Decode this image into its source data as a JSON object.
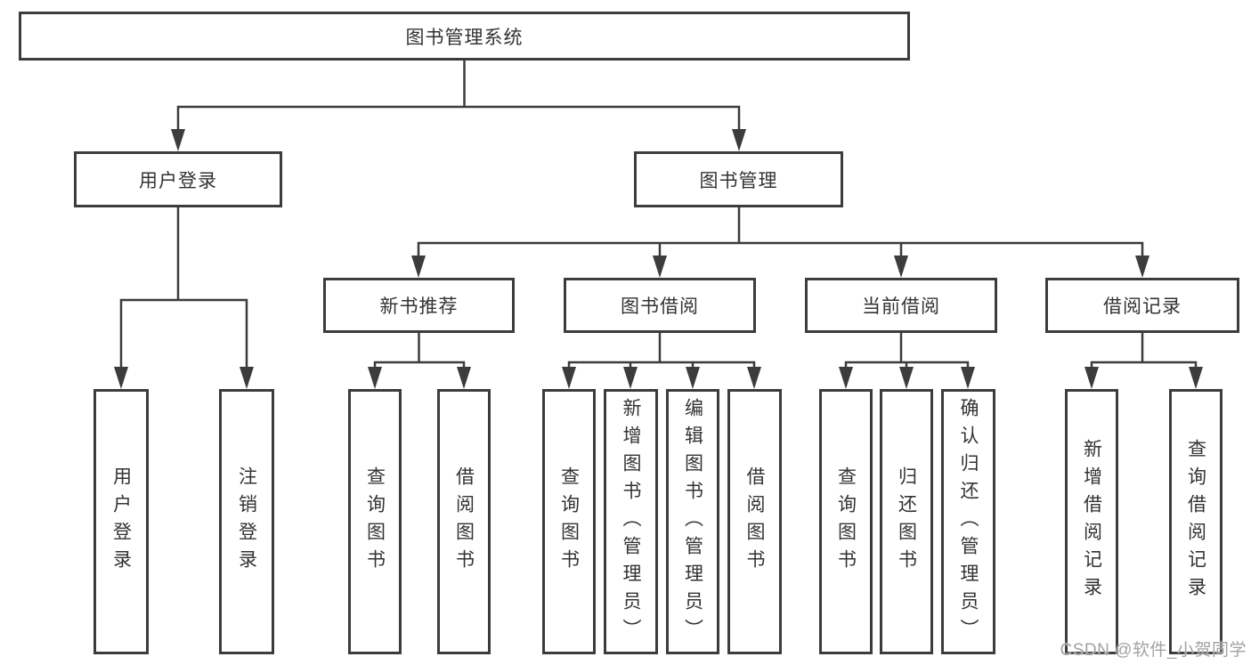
{
  "diagram_type": "hierarchy",
  "tree": {
    "label": "图书管理系统",
    "children": [
      {
        "label": "用户登录",
        "children": [
          {
            "label": "用户登录"
          },
          {
            "label": "注销登录"
          }
        ]
      },
      {
        "label": "图书管理",
        "children": [
          {
            "label": "新书推荐",
            "children": [
              {
                "label": "查询图书"
              },
              {
                "label": "借阅图书"
              }
            ]
          },
          {
            "label": "图书借阅",
            "children": [
              {
                "label": "查询图书"
              },
              {
                "label": "新增图书（管理员）"
              },
              {
                "label": "编辑图书（管理员）"
              },
              {
                "label": "借阅图书"
              }
            ]
          },
          {
            "label": "当前借阅",
            "children": [
              {
                "label": "查询图书"
              },
              {
                "label": "归还图书"
              },
              {
                "label": "确认归还（管理员）"
              }
            ]
          },
          {
            "label": "借阅记录",
            "children": [
              {
                "label": "新增借阅记录"
              },
              {
                "label": "查询借阅记录"
              }
            ]
          }
        ]
      }
    ]
  },
  "watermark": {
    "text": "CSDN @软件_小贺同学"
  },
  "colors": {
    "background": "#ffffff",
    "line": "#3c3c3c",
    "box_border": "#3c3c3c",
    "text": "#333333",
    "watermark": "#a2a2a6"
  }
}
